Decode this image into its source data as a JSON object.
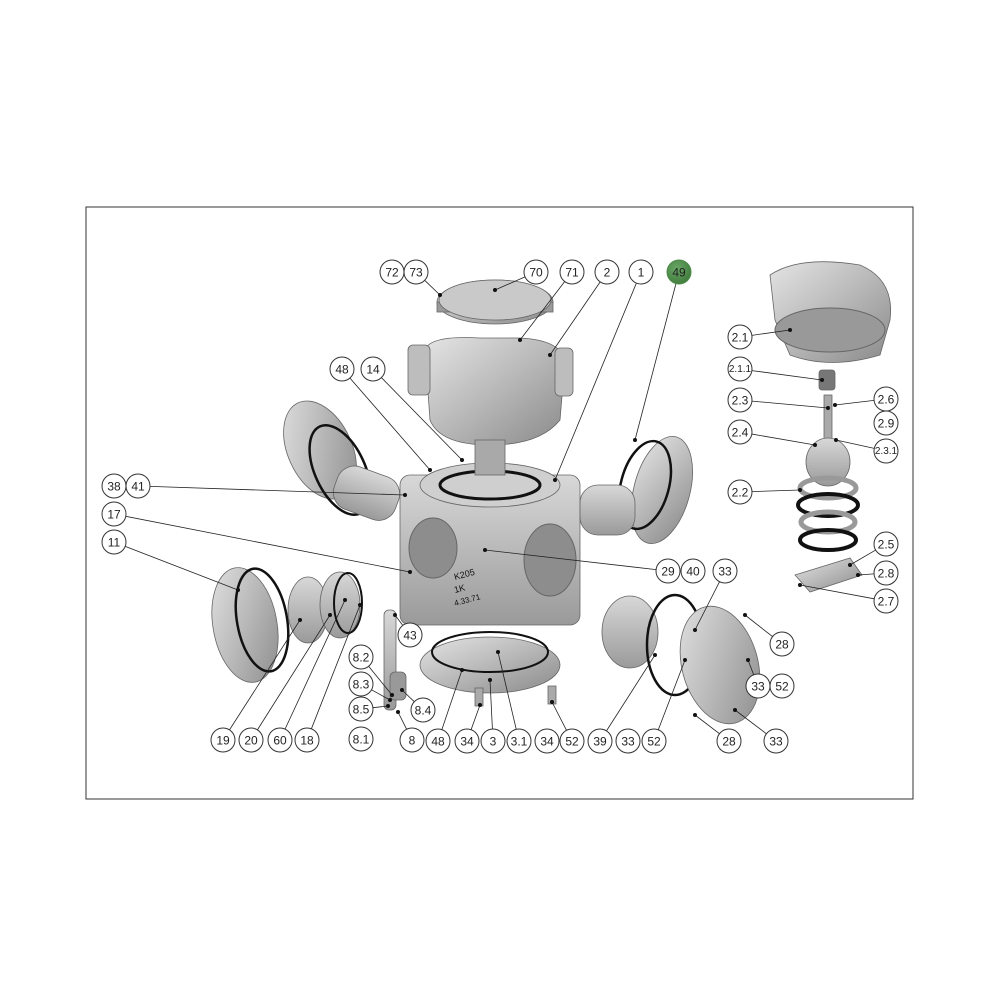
{
  "diagram": {
    "type": "exploded-parts-view",
    "highlight_color": "#4e8c4a",
    "body_markings": [
      "K205",
      "1K",
      "4.33.71"
    ],
    "callouts": [
      {
        "label": "72"
      },
      {
        "label": "73"
      },
      {
        "label": "70"
      },
      {
        "label": "71"
      },
      {
        "label": "2"
      },
      {
        "label": "1"
      },
      {
        "label": "49",
        "highlighted": true
      },
      {
        "label": "48"
      },
      {
        "label": "14"
      },
      {
        "label": "38"
      },
      {
        "label": "41"
      },
      {
        "label": "17"
      },
      {
        "label": "11"
      },
      {
        "label": "29"
      },
      {
        "label": "40"
      },
      {
        "label": "33"
      },
      {
        "label": "43"
      },
      {
        "label": "28"
      },
      {
        "label": "33"
      },
      {
        "label": "52"
      },
      {
        "label": "19"
      },
      {
        "label": "20"
      },
      {
        "label": "60"
      },
      {
        "label": "18"
      },
      {
        "label": "8.2"
      },
      {
        "label": "8.3"
      },
      {
        "label": "8.5"
      },
      {
        "label": "8.1"
      },
      {
        "label": "8.4"
      },
      {
        "label": "8"
      },
      {
        "label": "48"
      },
      {
        "label": "34"
      },
      {
        "label": "3"
      },
      {
        "label": "3.1"
      },
      {
        "label": "34"
      },
      {
        "label": "52"
      },
      {
        "label": "39"
      },
      {
        "label": "33"
      },
      {
        "label": "52"
      },
      {
        "label": "28"
      },
      {
        "label": "33"
      },
      {
        "label": "2.1"
      },
      {
        "label": "2.1.1"
      },
      {
        "label": "2.3"
      },
      {
        "label": "2.4"
      },
      {
        "label": "2.2"
      },
      {
        "label": "2.6"
      },
      {
        "label": "2.9"
      },
      {
        "label": "2.3.1"
      },
      {
        "label": "2.5"
      },
      {
        "label": "2.8"
      },
      {
        "label": "2.7"
      }
    ]
  }
}
